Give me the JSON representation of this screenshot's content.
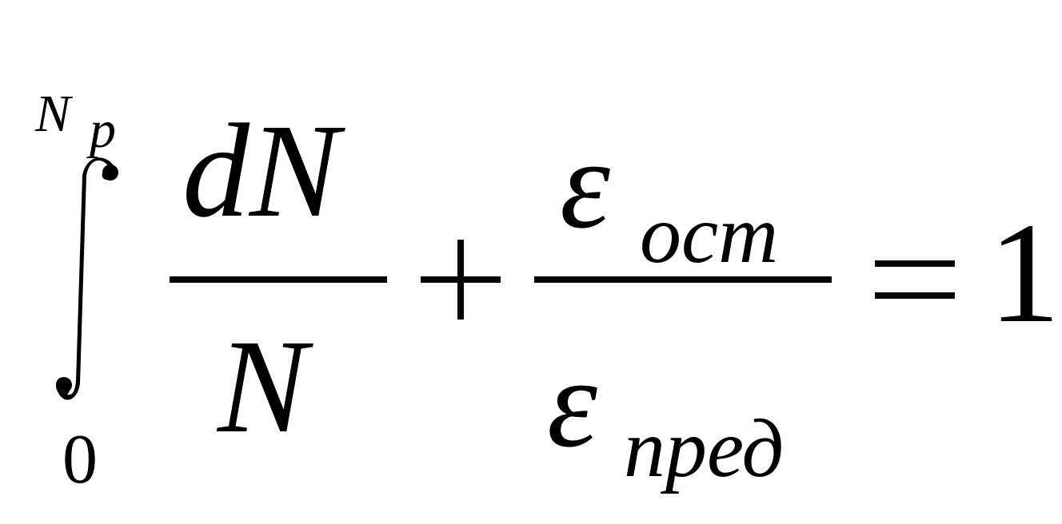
{
  "formula": {
    "integral": {
      "upper_limit_base": "N",
      "upper_limit_sub": "p",
      "lower_limit": "0"
    },
    "fraction1": {
      "numerator": "dN",
      "denominator": "N"
    },
    "plus": "+",
    "fraction2": {
      "numerator_symbol": "ε",
      "numerator_sub": "ост",
      "denominator_symbol": "ε",
      "denominator_sub": "пред"
    },
    "equals": "=",
    "result": "1"
  }
}
